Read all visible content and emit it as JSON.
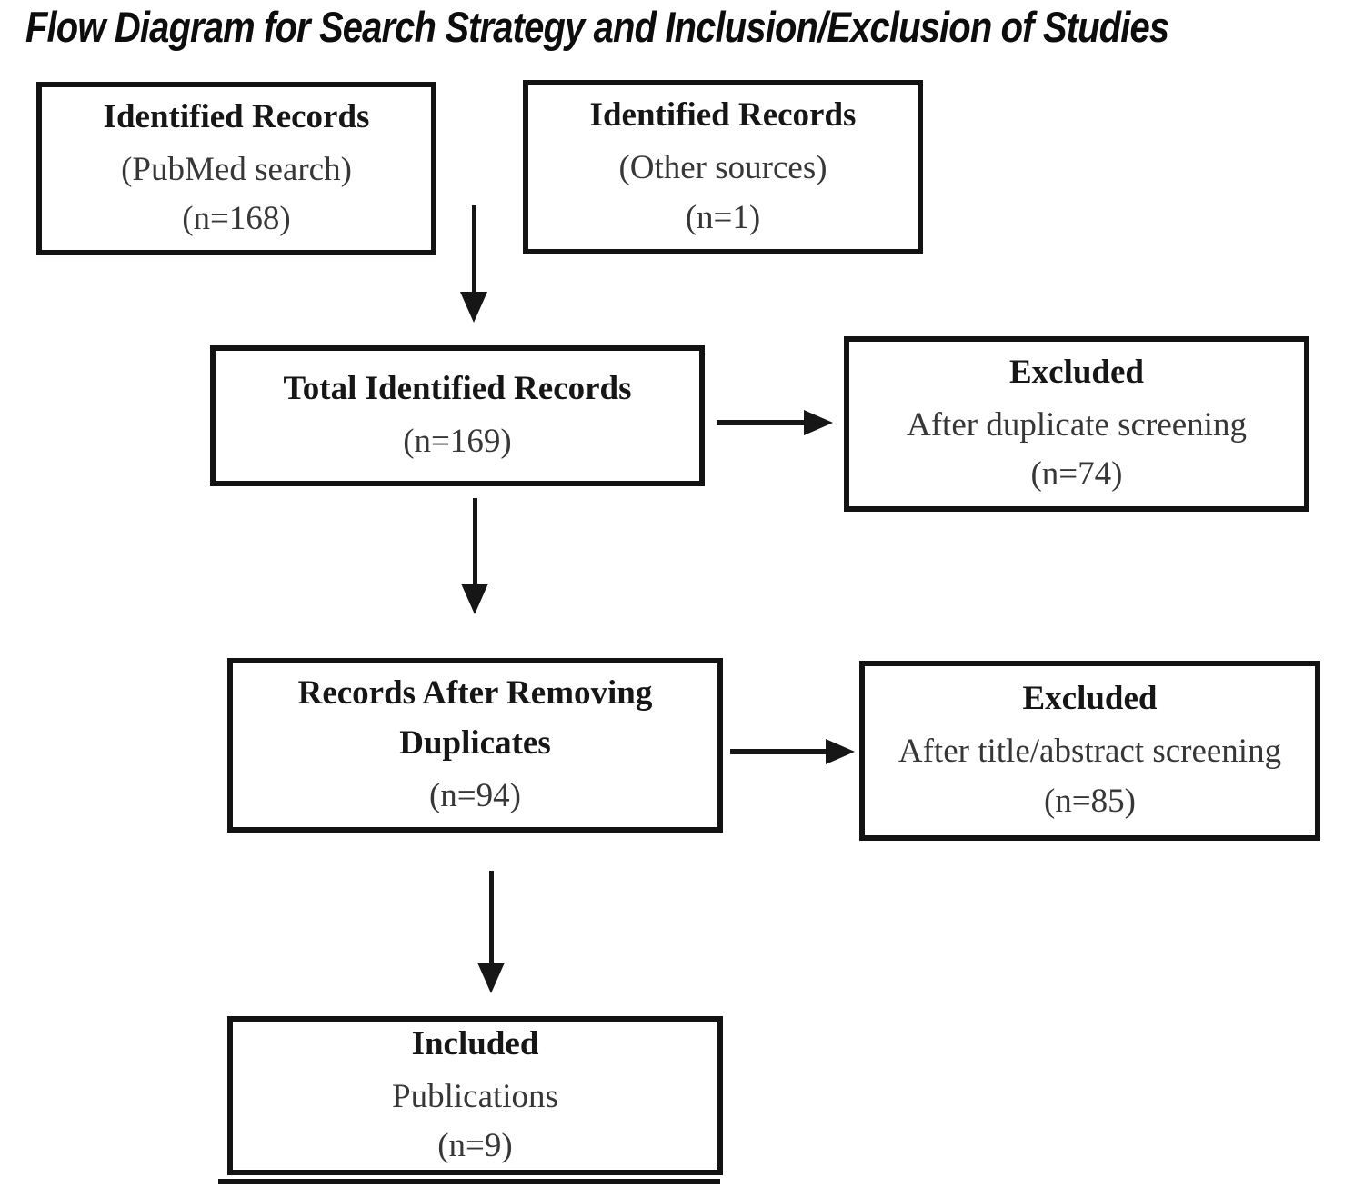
{
  "title": "Flow Diagram for Search Strategy and Inclusion/Exclusion of Studies",
  "colors": {
    "ink": "#131313",
    "background": "#ffffff"
  },
  "boxes": {
    "identified_pubmed": {
      "heading": "Identified Records",
      "source": "(PubMed search)",
      "count": "(n=168)"
    },
    "identified_other": {
      "heading": "Identified Records",
      "source": "(Other sources)",
      "count": "(n=1)"
    },
    "total_identified": {
      "heading": "Total Identified Records",
      "count": "(n=169)"
    },
    "excluded_duplicates": {
      "heading": "Excluded",
      "detail": "After duplicate screening",
      "count": "(n=74)"
    },
    "records_after_removing_duplicates": {
      "heading": "Records After Removing Duplicates",
      "count": "(n=94)"
    },
    "excluded_title_abstract": {
      "heading": "Excluded",
      "detail": "After title/abstract screening",
      "count": "(n=85)"
    },
    "included": {
      "heading": "Included",
      "detail": "Publications",
      "count": "(n=9)"
    }
  },
  "flow_edges": [
    {
      "from": "identified_pubmed + identified_other",
      "to": "total_identified",
      "direction": "down"
    },
    {
      "from": "total_identified",
      "to": "excluded_duplicates",
      "direction": "right"
    },
    {
      "from": "total_identified",
      "to": "records_after_removing_duplicates",
      "direction": "down"
    },
    {
      "from": "records_after_removing_duplicates",
      "to": "excluded_title_abstract",
      "direction": "right"
    },
    {
      "from": "records_after_removing_duplicates",
      "to": "included",
      "direction": "down"
    }
  ]
}
